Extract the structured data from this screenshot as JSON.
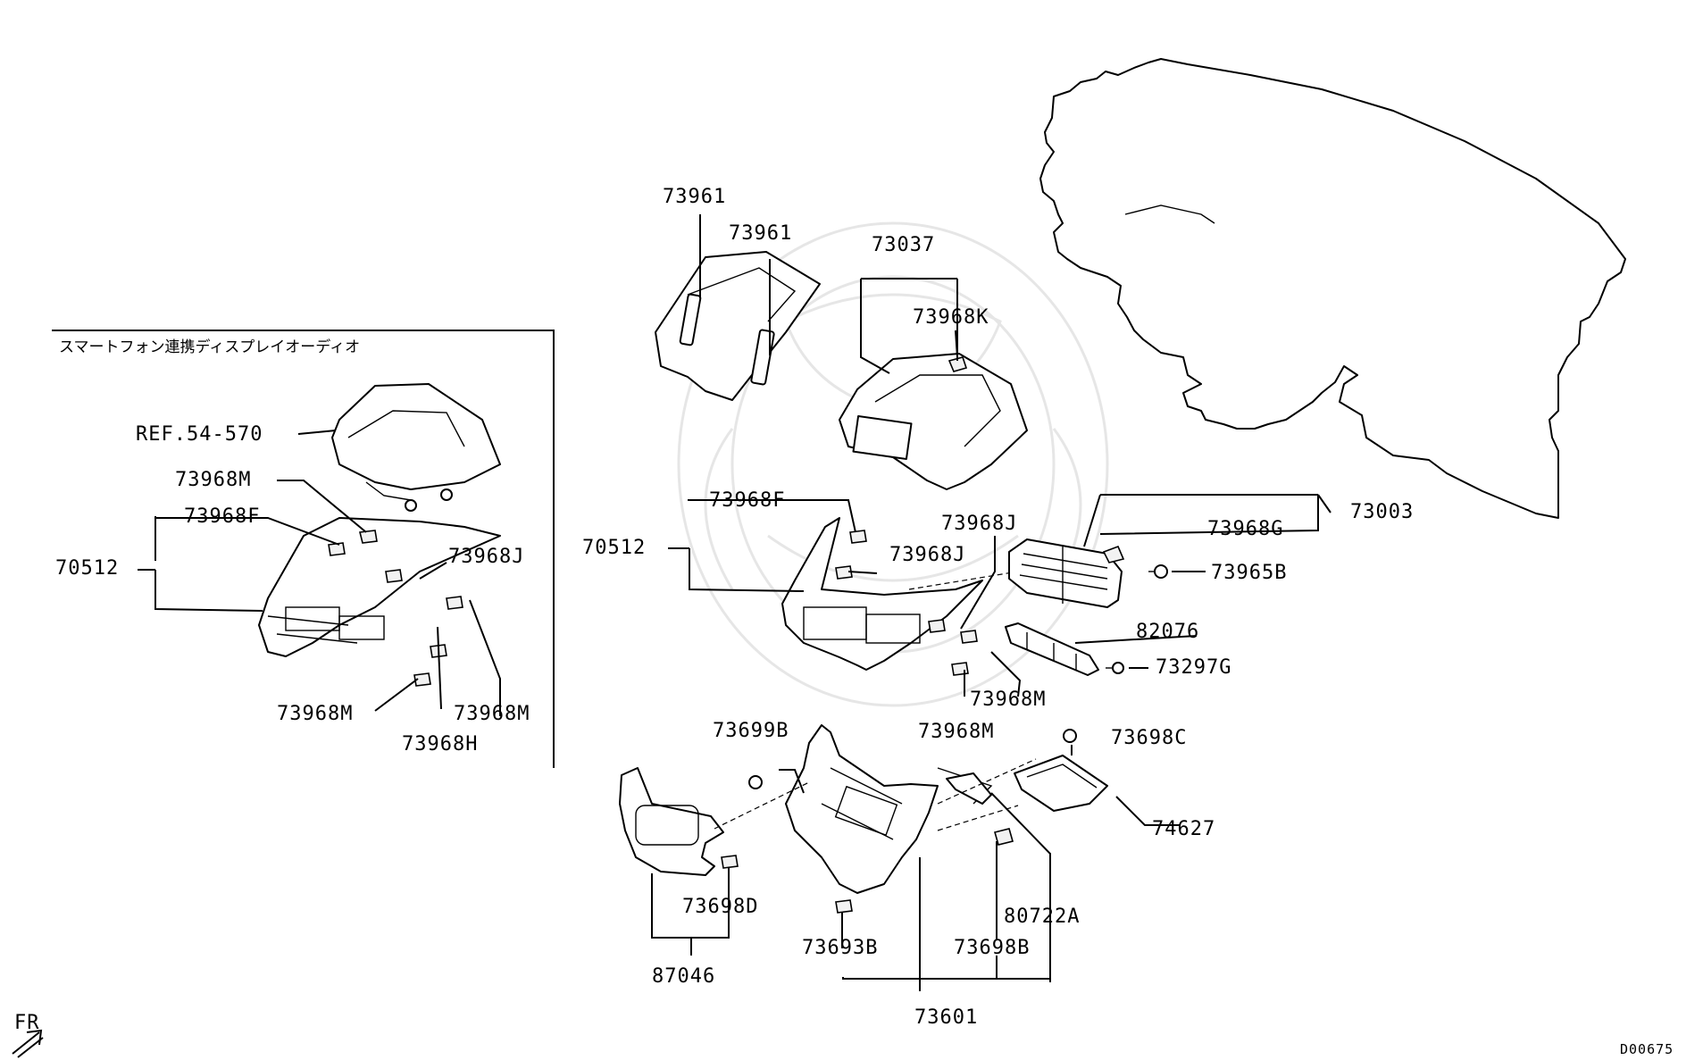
{
  "diagram_id": "D00675",
  "section_title": "スマートフォン連携ディスプレイオーディオ",
  "direction_marker": {
    "label": "FR",
    "icon": "arrow-up-right-icon"
  },
  "colors": {
    "line": "#000000",
    "background": "#ffffff",
    "watermark": "#e6e6e6"
  },
  "parts": {
    "p73961a": "73961",
    "p73961b": "73961",
    "p73037": "73037",
    "p73968K": "73968K",
    "p70512_main": "70512",
    "p73968F_main": "73968F",
    "p73968J_main_top": "73968J",
    "p73968J_main_right": "73968J",
    "p73003": "73003",
    "p73968G": "73968G",
    "p73965B": "73965B",
    "p82076": "82076",
    "p73297G": "73297G",
    "p73968M_main_a": "73968M",
    "p73968M_main_b": "73968M",
    "p73699B": "73699B",
    "p73698C": "73698C",
    "p74627": "74627",
    "p80722A": "80722A",
    "p73698D": "73698D",
    "p87046": "87046",
    "p73693B": "73693B",
    "p73698B": "73698B",
    "p73601": "73601",
    "ref_54_570": "REF.54-570",
    "p73968M_inset_top": "73968M",
    "p73968F_inset": "73968F",
    "p70512_inset": "70512",
    "p73968J_inset": "73968J",
    "p73968M_inset_left": "73968M",
    "p73968M_inset_right": "73968M",
    "p73968H_inset": "73968H"
  }
}
